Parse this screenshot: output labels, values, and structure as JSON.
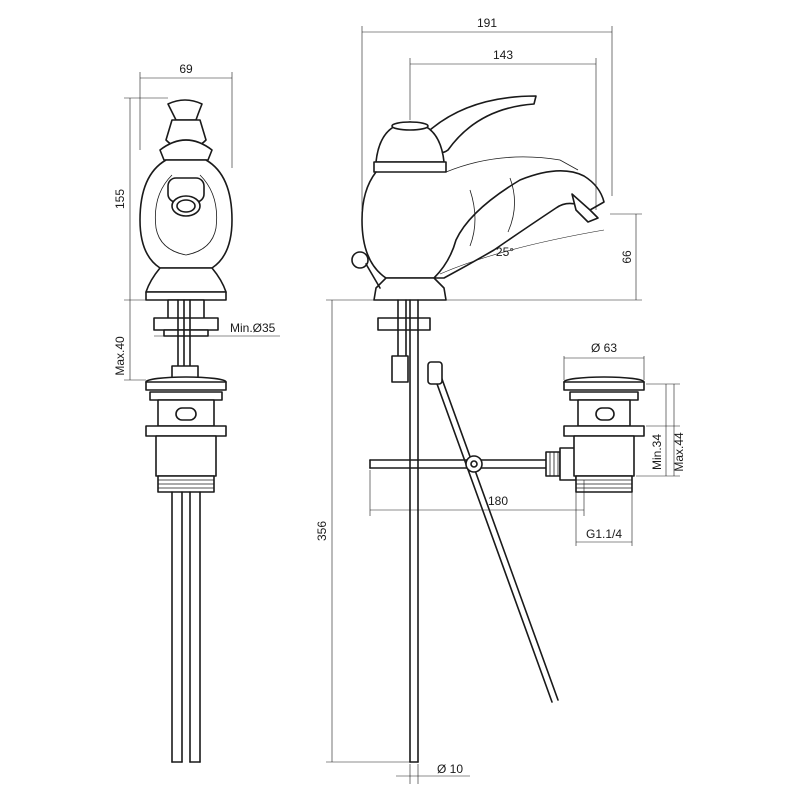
{
  "dimensions": {
    "width_front": "69",
    "height_front": "155",
    "max_40": "Max.40",
    "min_hole": "Min.Ø35",
    "width_total": "191",
    "spout_reach": "143",
    "spout_height": "66",
    "angle": "25°",
    "drain_diameter": "Ø 63",
    "drain_min": "Min.34",
    "drain_max": "Max.44",
    "rod_length": "180",
    "thread": "G1.1/4",
    "total_height": "356",
    "rod_diameter": "Ø 10"
  }
}
